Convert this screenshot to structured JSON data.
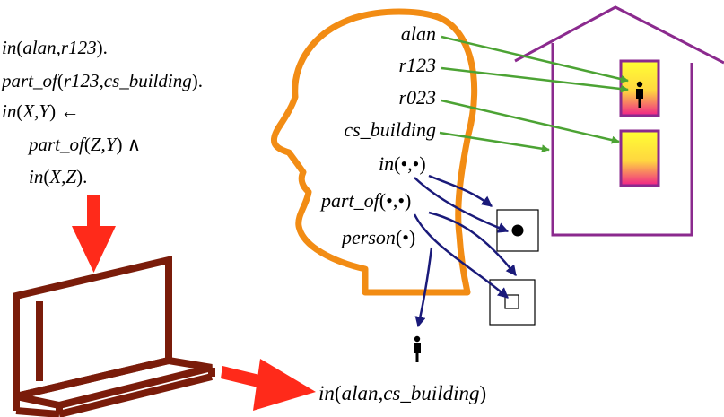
{
  "program": {
    "line1": {
      "pred": "in",
      "args": "alan,r123",
      "close": ")."
    },
    "line2": {
      "pred": "part_of",
      "args": "r123,cs_building",
      "close": ")."
    },
    "line3": {
      "pred": "in",
      "args": "X,Y",
      "close": ") ←"
    },
    "line4": {
      "pred": "part_of",
      "args": "Z,Y",
      "close": ") ∧"
    },
    "line5": {
      "pred": "in",
      "args": "X,Z",
      "close": ")."
    }
  },
  "symbols": {
    "alan": "alan",
    "r123": "r123",
    "r023": "r023",
    "cs_building": "cs_building",
    "in_pred": "in",
    "in_args": "(•,•)",
    "part_of_pred": "part_of",
    "part_of_args": "(•,•)",
    "person_pred": "person",
    "person_args": "(•)"
  },
  "result": {
    "pred": "in",
    "args": "alan,cs_building",
    "close": ")"
  },
  "colors": {
    "head_outline": "#f28c14",
    "house_outline": "#8b2a8e",
    "symbol_arrow": "#4ca334",
    "relation_arrow": "#1a1a7a",
    "big_arrow": "#ff2a1a",
    "computer": "#7a1c0a",
    "room_gradient_top": "#ffff33",
    "room_gradient_bottom": "#f0208a"
  },
  "icons": [
    "person-icon",
    "computer-icon",
    "house-icon",
    "head-icon"
  ]
}
